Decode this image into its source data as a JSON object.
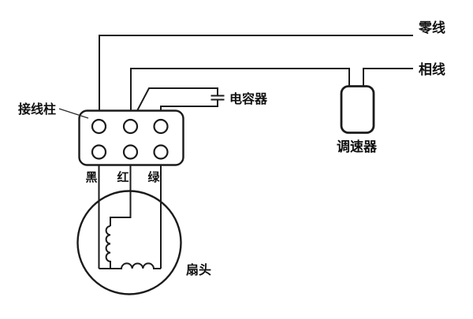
{
  "diagram": {
    "type": "fan-wiring-schematic",
    "colors": {
      "background": "#ffffff",
      "line": "#1b1b1b",
      "text": "#111111"
    },
    "labels": {
      "neutral_wire": "零线",
      "phase_wire": "相线",
      "terminal_block": "接线柱",
      "capacitor": "电容器",
      "speed_controller": "调速器",
      "fan_head": "扇头",
      "wire_black": "黑",
      "wire_red": "红",
      "wire_green": "绿"
    }
  }
}
